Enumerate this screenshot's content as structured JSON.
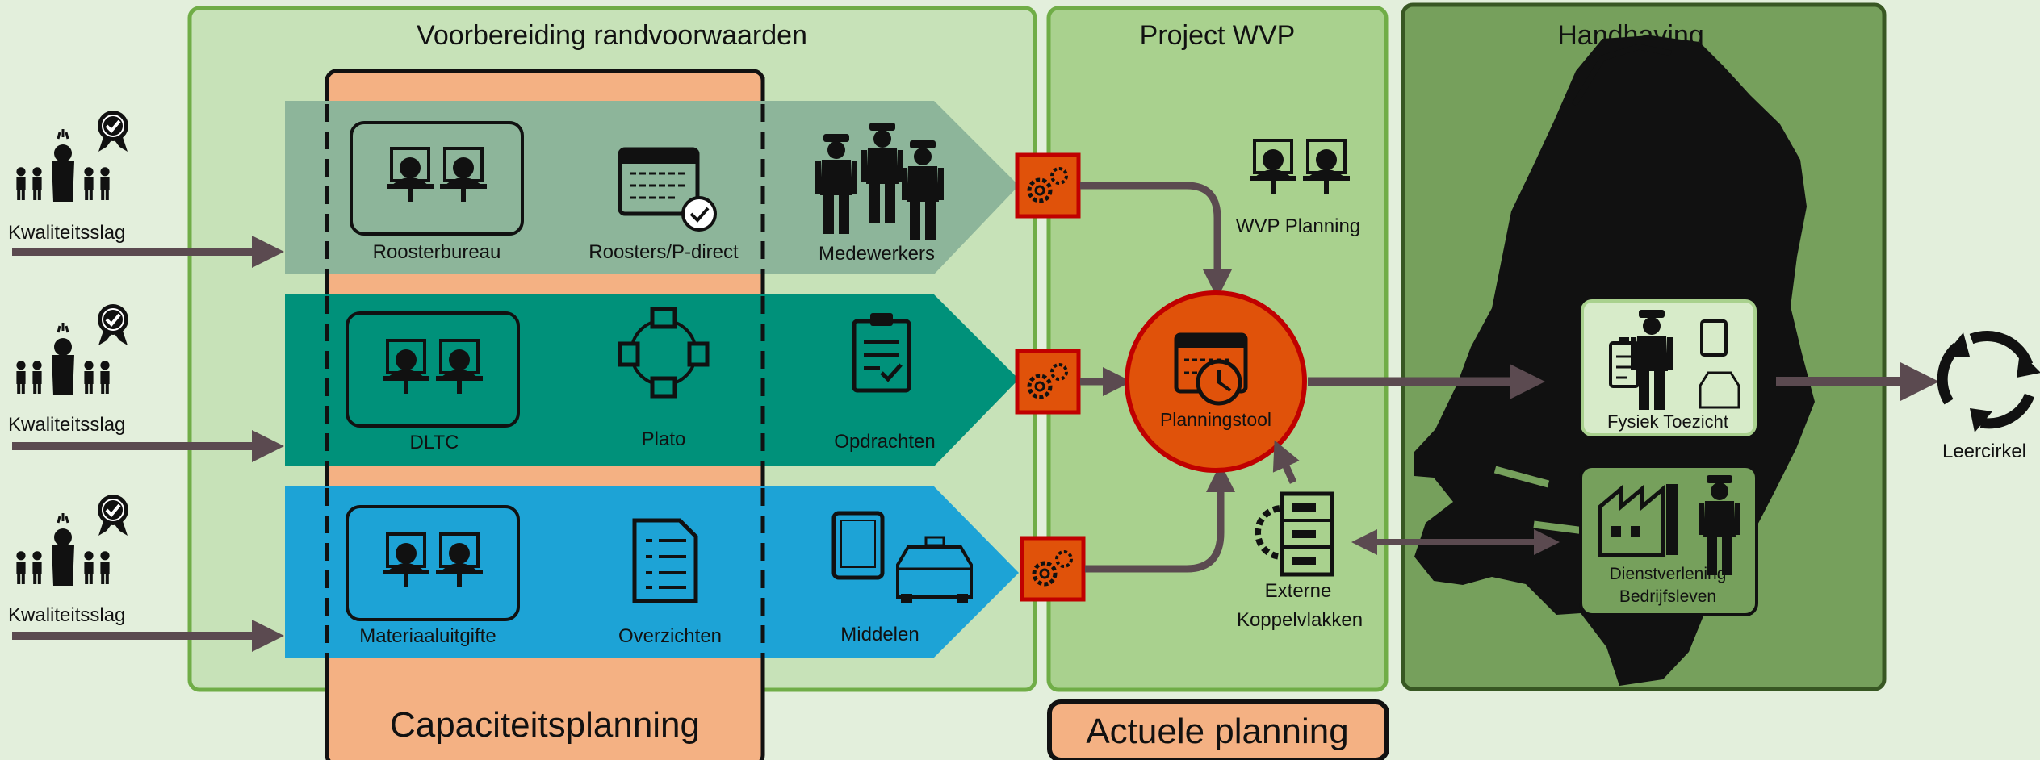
{
  "sections": {
    "preparation": "Voorbereiding randvoorwaarden",
    "project": "Project WVP",
    "enforcement": "Handhaving"
  },
  "bottom_labels": {
    "capacity": "Capaciteitsplanning",
    "actual": "Actuele planning"
  },
  "quality_label": "Kwaliteitsslag",
  "rows": [
    {
      "unit": "Roosterbureau",
      "tool": "Roosters/P-direct",
      "resource": "Medewerkers",
      "color": "#8db59a"
    },
    {
      "unit": "DLTC",
      "tool": "Plato",
      "resource": "Opdrachten",
      "color": "#00917a"
    },
    {
      "unit": "Materiaaluitgifte",
      "tool": "Overzichten",
      "resource": "Middelen",
      "color": "#1da3d6"
    }
  ],
  "project": {
    "wvp_planning": "WVP Planning",
    "tool": "Planningstool",
    "external_1": "Externe",
    "external_2": "Koppelvlakken"
  },
  "enforcement": {
    "supervision": "Fysiek Toezicht",
    "service_1": "Dienstverlening",
    "service_2": "Bedrijfsleven"
  },
  "cycle": "Leercirkel",
  "colors": {
    "background": "#e3efdc",
    "prep_panel": "#c7e2b8",
    "project_panel": "#a9d18e",
    "enforcement_panel": "#76a05c",
    "capacity_box": "#f4b183",
    "tool_circle": "#e0520a",
    "connector": "#e0520a",
    "arrow": "#5b4a50"
  }
}
